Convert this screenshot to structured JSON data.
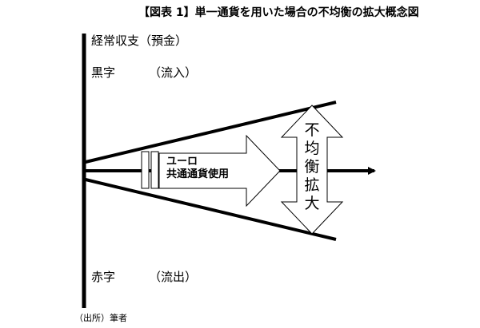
{
  "title": "【図表 1】単一通貨を用いた場合の不均衡の拡大概念図",
  "axis_label": "経常収支（預金）",
  "surplus": {
    "label": "黒字",
    "sub": "（流入）"
  },
  "deficit": {
    "label": "赤字",
    "sub": "（流出）"
  },
  "arrow_text": {
    "line1": "ユーロ",
    "line2": "共通通貨使用"
  },
  "expand_chars": [
    "不",
    "均",
    "衡",
    "拡",
    "大"
  ],
  "source": "（出所）筆者"
}
